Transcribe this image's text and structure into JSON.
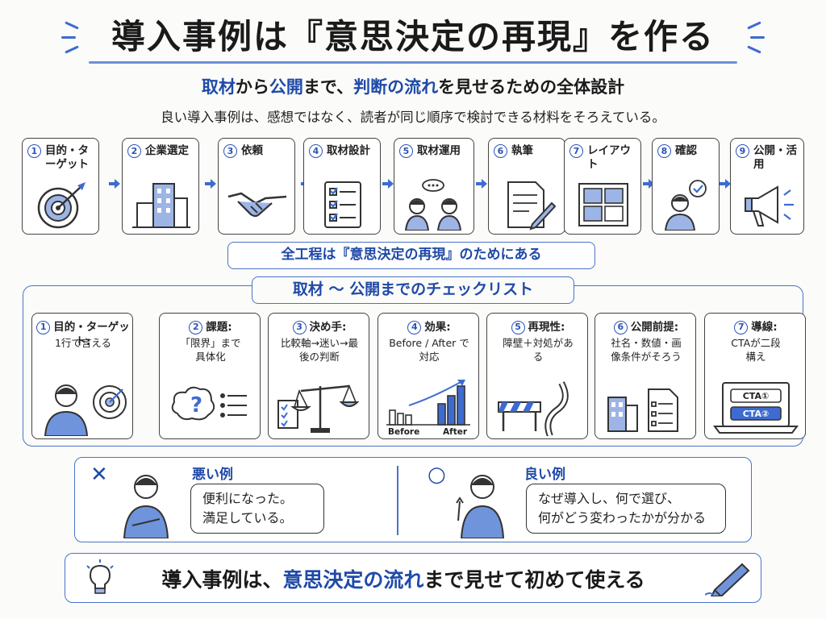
{
  "title": "導入事例は『意思決定の再現』を作る",
  "subtitle": {
    "part1": "取材",
    "part2": "から",
    "part3": "公開",
    "part4": "まで、",
    "part5": "判断の流れ",
    "part6": "を見せるための全体設計"
  },
  "lead": "良い導入事例は、感想ではなく、読者が同じ順序で検討できる材料をそろえている。",
  "steps": [
    {
      "num": "1",
      "label": "目的・ターゲット",
      "icon": "target-icon"
    },
    {
      "num": "2",
      "label": "企業選定",
      "icon": "buildings-icon"
    },
    {
      "num": "3",
      "label": "依頼",
      "icon": "handshake-icon"
    },
    {
      "num": "4",
      "label": "取材設計",
      "icon": "checklist-icon"
    },
    {
      "num": "5",
      "label": "取材運用",
      "icon": "interview-icon"
    },
    {
      "num": "6",
      "label": "執筆",
      "icon": "writing-icon"
    },
    {
      "num": "7",
      "label": "レイアウト",
      "icon": "layout-icon"
    },
    {
      "num": "8",
      "label": "確認",
      "icon": "confirm-person-icon"
    },
    {
      "num": "9",
      "label": "公開・活用",
      "icon": "megaphone-icon"
    }
  ],
  "summary": "全工程は『意思決定の再現』のためにある",
  "checklist": {
    "title": "取材 〜 公開までのチェックリスト",
    "items": [
      {
        "num": "1",
        "title": "目的・ターゲット:",
        "body": "1行で言える",
        "icon": "person-target-icon"
      },
      {
        "num": "2",
        "title": "課題:",
        "body": "「限界」まで具体化",
        "icon": "question-cloud-icon"
      },
      {
        "num": "3",
        "title": "決め手:",
        "body": "比較軸→迷い→最後の判断",
        "icon": "scale-icon"
      },
      {
        "num": "4",
        "title": "効果:",
        "body": "Before / After で対応",
        "icon": "bar-chart-icon",
        "chart_labels": [
          "Before",
          "After"
        ]
      },
      {
        "num": "5",
        "title": "再現性:",
        "body": "障壁＋対処がある",
        "icon": "barrier-road-icon"
      },
      {
        "num": "6",
        "title": "公開前提:",
        "body": "社名・数値・画像条件がそろう",
        "icon": "building-doc-icon"
      },
      {
        "num": "7",
        "title": "導線:",
        "body": "CTAが二段構え",
        "icon": "laptop-cta-icon",
        "cta": [
          "CTA①",
          "CTA②"
        ]
      }
    ]
  },
  "bad_example": {
    "mark": "✕",
    "title": "悪い例",
    "quote_line1": "便利になった。",
    "quote_line2": "満足している。"
  },
  "good_example": {
    "mark": "○",
    "title": "良い例",
    "quote_line1": "なぜ導入し、何で選び、",
    "quote_line2": "何がどう変わったかが分かる"
  },
  "bottom": {
    "part1": "導入事例は、",
    "part2": "意思決定の流れ",
    "part3": "まで見せて初めて使える"
  },
  "colors": {
    "accent": "#1f4aa8",
    "border": "#4a73c9",
    "fill": "#5b84d6"
  }
}
